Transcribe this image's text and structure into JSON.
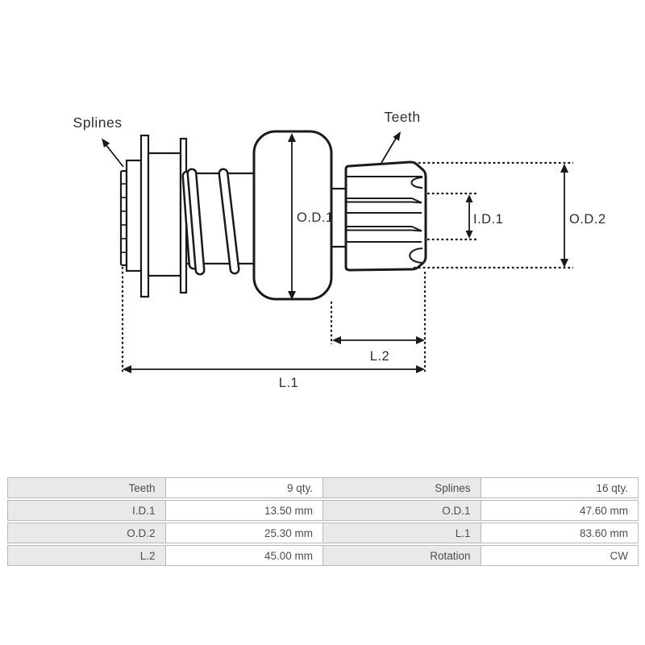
{
  "diagram": {
    "part_labels": {
      "splines": "Splines",
      "teeth": "Teeth"
    },
    "dimension_labels": {
      "od1": "O.D.1",
      "id1": "I.D.1",
      "od2": "O.D.2",
      "l1": "L.1",
      "l2": "L.2"
    },
    "colors": {
      "line": "#1a1a1a"
    }
  },
  "spec_table": {
    "rows": [
      {
        "label1": "Teeth",
        "value1": "9 qty.",
        "label2": "Splines",
        "value2": "16 qty."
      },
      {
        "label1": "I.D.1",
        "value1": "13.50 mm",
        "label2": "O.D.1",
        "value2": "47.60 mm"
      },
      {
        "label1": "O.D.2",
        "value1": "25.30 mm",
        "label2": "L.1",
        "value2": "83.60 mm"
      },
      {
        "label1": "L.2",
        "value1": "45.00 mm",
        "label2": "Rotation",
        "value2": "CW"
      }
    ],
    "colors": {
      "label_cell_bg": "#e9e9e9",
      "border": "#b9b9b9",
      "text": "#4d4d4d"
    }
  }
}
